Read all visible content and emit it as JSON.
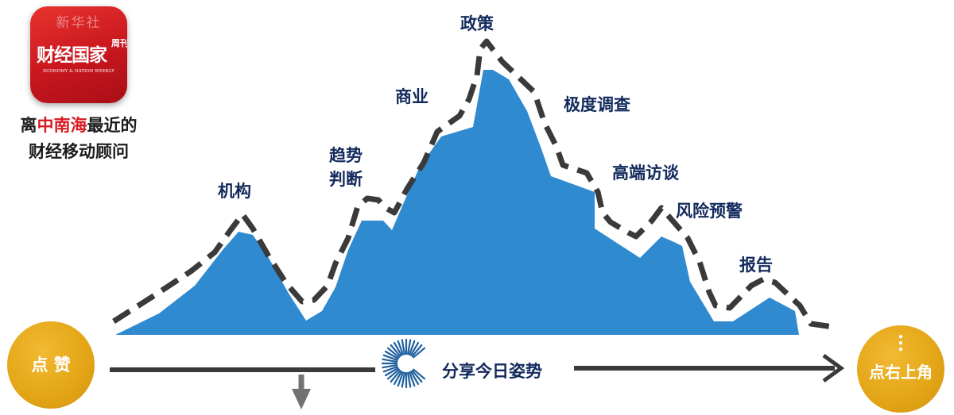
{
  "logo": {
    "seal_text": "新华社",
    "masthead": "财经国家",
    "masthead_suffix": "周刊",
    "subtitle": "ECONOMY & NATION WEEKLY"
  },
  "tagline": {
    "prefix": "离",
    "highlight": "中南海",
    "suffix": "最近的",
    "line2": "财经移动顾问"
  },
  "colors": {
    "mountain_fill": "#2f8ad0",
    "dash_line": "#3a3a3a",
    "highlight_red": "#d71920",
    "button_gold": "#e3a516",
    "label_navy": "#122a5c"
  },
  "peaks": [
    "机构",
    "趋势",
    "判断",
    "商业",
    "政策",
    "极度调查",
    "高端访谈",
    "风险预警",
    "报告"
  ],
  "buttons": {
    "like": "点 赞",
    "corner": "点右上角"
  },
  "share": {
    "label": "分享今日姿势",
    "icon": "spinner-logo-icon"
  }
}
